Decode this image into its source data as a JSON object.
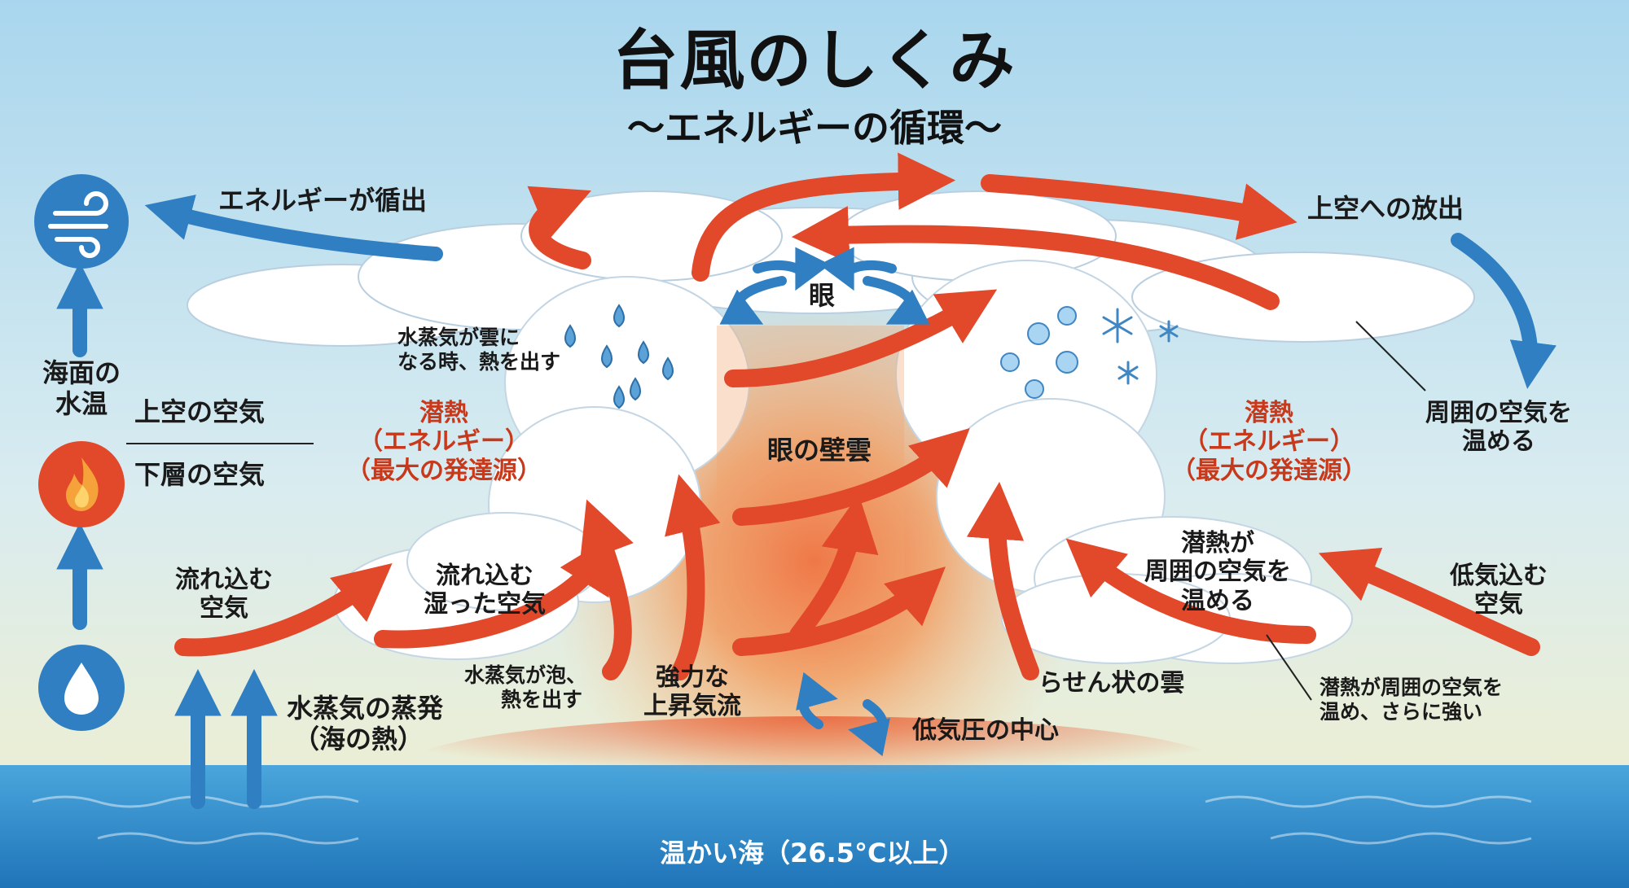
{
  "title": "台風のしくみ",
  "subtitle": "〜エネルギーの循環〜",
  "left_panel": {
    "sst_label": [
      "海面の",
      "水温"
    ],
    "upper_air": "上空の空気",
    "lower_air": "下層の空気",
    "icons": [
      "wind-icon",
      "flame-icon",
      "water-drop-icon"
    ]
  },
  "labels": {
    "energy_outflow": "エネルギーが循出",
    "upper_release": "上空への放出",
    "eye": "眼",
    "vapor_cloud": [
      "水蒸気が雲に",
      "なる時、熱を出す"
    ],
    "latent_left": [
      "潜熱",
      "（エネルギー）",
      "（最大の発達源）"
    ],
    "latent_right": [
      "潜熱",
      "（エネルギー）",
      "（最大の発達源）"
    ],
    "eyewall": "眼の壁雲",
    "warms_air_right": [
      "周囲の空気を",
      "温める"
    ],
    "inflow_air": [
      "流れ込む",
      "空気"
    ],
    "inflow_moist": [
      "流れ込む",
      "湿った空気"
    ],
    "vapor_heat": [
      "水蒸気が泡、",
      "熱を出す"
    ],
    "updraft": [
      "強力な",
      "上昇気流"
    ],
    "spiral_cloud": "らせん状の雲",
    "latent_warms": [
      "潜熱が",
      "周囲の空気を",
      "温める"
    ],
    "low_inflow": [
      "低気込む",
      "空気"
    ],
    "latent_stronger": [
      "潜熱が周囲の空気を",
      "温め、さらに強い"
    ],
    "evaporation": [
      "水蒸気の蒸発",
      "（海の熱）"
    ],
    "low_center": "低気圧の中心",
    "warm_sea": "温かい海（26.5°C以上）"
  },
  "colors": {
    "sky_top": "#a9d6ee",
    "sky_bottom": "#f3efc9",
    "sea": "#2a86c8",
    "warm_arrow": "#e2482a",
    "cool_arrow": "#2f7fc2",
    "latent_text": "#c8381a"
  }
}
